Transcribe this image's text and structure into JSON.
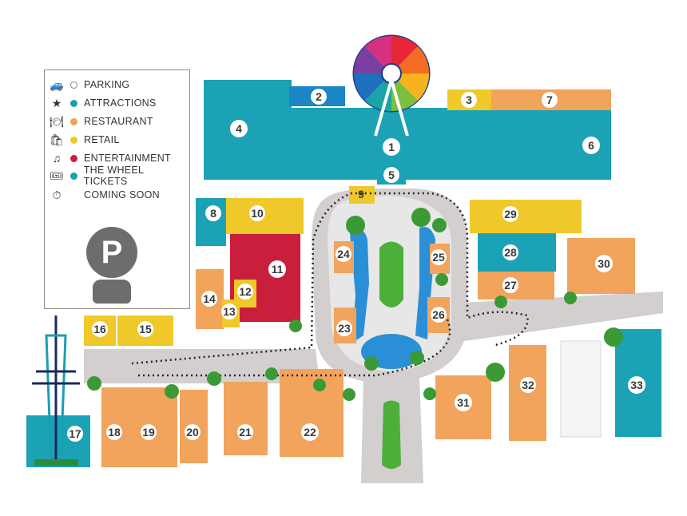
{
  "legend": {
    "items": [
      {
        "label": "PARKING",
        "icon": "car-icon",
        "color": "#ffffff",
        "symbol": "🚙"
      },
      {
        "label": "ATTRACTIONS",
        "icon": "star-icon",
        "color": "#1a9fb0",
        "symbol": "★"
      },
      {
        "label": "RESTAURANT",
        "icon": "dining-icon",
        "color": "#f0a050",
        "symbol": "🍽"
      },
      {
        "label": "RETAIL",
        "icon": "shopping-bag-icon",
        "color": "#f0c820",
        "symbol": "🛍"
      },
      {
        "label": "ENTERTAINMENT",
        "icon": "music-note-icon",
        "color": "#c81e3c",
        "symbol": "♫"
      },
      {
        "label": "THE WHEEL TICKETS",
        "icon": "ticket-icon",
        "color": "#1a9fb0",
        "symbol": "🎟"
      },
      {
        "label": "COMING SOON",
        "icon": "stopwatch-icon",
        "color": "",
        "symbol": "⏱"
      }
    ],
    "parking_badge": "P"
  },
  "colors": {
    "attraction": "#1ba2b4",
    "restaurant": "#f2a35c",
    "retail": "#efc929",
    "entertainment": "#c91f3d",
    "coming_soon": "#f5f5f5",
    "road": "#d3cfcf",
    "plaza": "#e6e6e6",
    "water": "#2a8fd6",
    "grass": "#4caf3a"
  },
  "locations": [
    "1",
    "2",
    "3",
    "4",
    "5",
    "6",
    "7",
    "8",
    "9",
    "10",
    "11",
    "12",
    "13",
    "14",
    "15",
    "16",
    "17",
    "18",
    "19",
    "20",
    "21",
    "22",
    "23",
    "24",
    "25",
    "26",
    "27",
    "28",
    "29",
    "30",
    "31",
    "32",
    "33"
  ]
}
